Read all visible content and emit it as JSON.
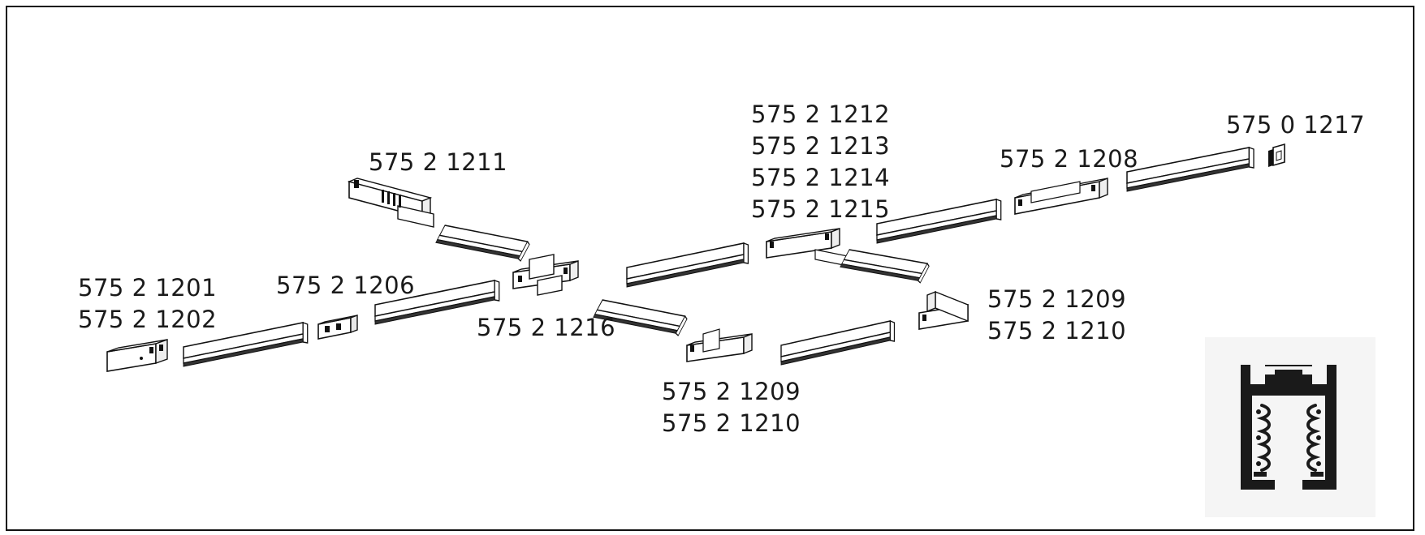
{
  "labels": {
    "end_feed": [
      "575 2 1201",
      "575 2 1202"
    ],
    "joiner": "575 2 1206",
    "cross": "575 2 1216",
    "tee_left": "575 2 1211",
    "tee_right": [
      "575 2 1212",
      "575 2 1213",
      "575 2 1214",
      "575 2 1215"
    ],
    "middle_feed": "575 2 1208",
    "end_cap": "575 0 1217",
    "corner_bottom": [
      "575 2 1209",
      "575 2 1210"
    ],
    "corner_right": [
      "575 2 1209",
      "575 2 1210"
    ]
  }
}
